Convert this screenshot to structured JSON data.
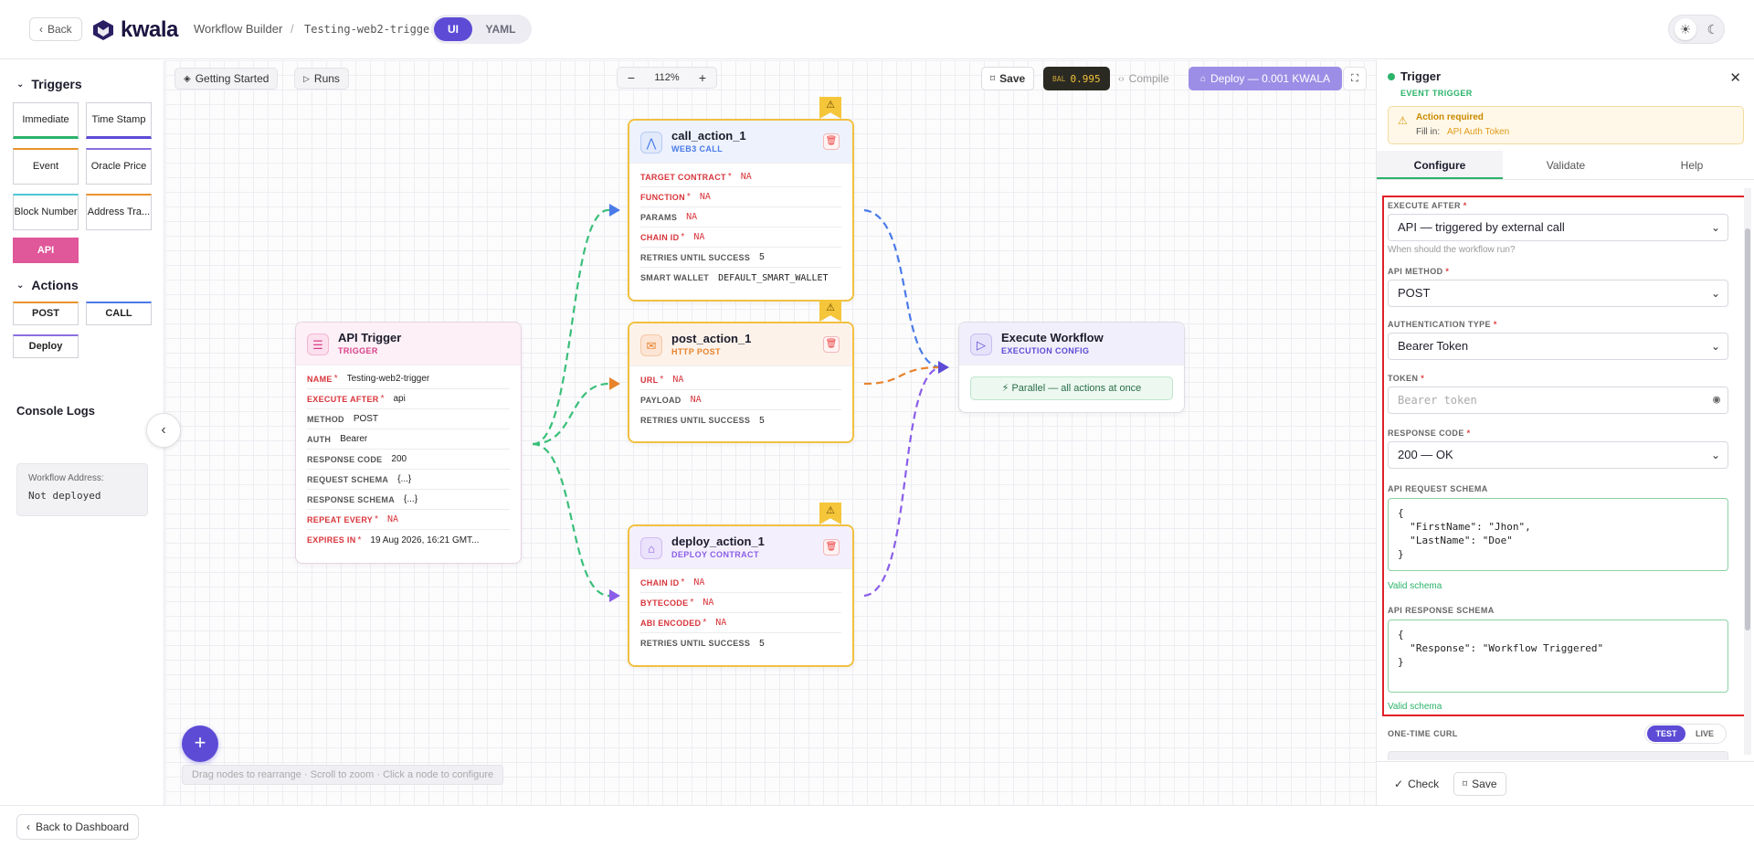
{
  "topbar": {
    "back_label": "Back",
    "logo": "kwala",
    "crumb_builder": "Workflow Builder",
    "crumb_sep": "/",
    "crumb_name": "Testing-web2-trigger",
    "mode_ui": "UI",
    "mode_yaml": "YAML"
  },
  "left": {
    "triggers_title": "Triggers",
    "triggers": [
      "Immediate",
      "Time Stamp",
      "Event",
      "Oracle Price",
      "Block Number",
      "Address Tra...",
      "API"
    ],
    "actions_title": "Actions",
    "actions": [
      "POST",
      "CALL",
      "Deploy"
    ],
    "console_title": "Console Logs",
    "workflow_address_label": "Workflow Address:",
    "workflow_address_value": "Not deployed"
  },
  "toolbar": {
    "getting_started": "Getting Started",
    "runs": "Runs",
    "zoom": "112%",
    "save": "Save",
    "bal_label": "BAL",
    "bal_value": "0.995",
    "compile": "Compile",
    "deploy": "Deploy — 0.001 KWALA"
  },
  "nodes": {
    "api_trigger": {
      "title": "API Trigger",
      "subtitle": "TRIGGER",
      "rows": [
        {
          "k": "NAME",
          "req": true,
          "v": "Testing-web2-trigger"
        },
        {
          "k": "EXECUTE AFTER",
          "req": true,
          "v": "api"
        },
        {
          "k": "METHOD",
          "req": false,
          "v": "POST"
        },
        {
          "k": "AUTH",
          "req": false,
          "v": "Bearer"
        },
        {
          "k": "RESPONSE CODE",
          "req": false,
          "v": "200"
        },
        {
          "k": "REQUEST SCHEMA",
          "req": false,
          "v": "{...}"
        },
        {
          "k": "RESPONSE SCHEMA",
          "req": false,
          "v": "{...}"
        },
        {
          "k": "REPEAT EVERY",
          "req": true,
          "v": "NA"
        },
        {
          "k": "EXPIRES IN",
          "req": true,
          "v": "19 Aug 2026, 16:21 GMT..."
        }
      ]
    },
    "call_action": {
      "title": "call_action_1",
      "subtitle": "WEB3 CALL",
      "rows": [
        {
          "k": "TARGET CONTRACT",
          "req": true,
          "v": "NA"
        },
        {
          "k": "FUNCTION",
          "req": true,
          "v": "NA"
        },
        {
          "k": "PARAMS",
          "req": false,
          "v": "NA"
        },
        {
          "k": "CHAIN ID",
          "req": true,
          "v": "NA"
        },
        {
          "k": "RETRIES UNTIL SUCCESS",
          "req": false,
          "v": "5"
        },
        {
          "k": "SMART WALLET",
          "req": false,
          "v": "DEFAULT_SMART_WALLET"
        }
      ]
    },
    "post_action": {
      "title": "post_action_1",
      "subtitle": "HTTP POST",
      "rows": [
        {
          "k": "URL",
          "req": true,
          "v": "NA"
        },
        {
          "k": "PAYLOAD",
          "req": false,
          "v": "NA"
        },
        {
          "k": "RETRIES UNTIL SUCCESS",
          "req": false,
          "v": "5"
        }
      ]
    },
    "deploy_action": {
      "title": "deploy_action_1",
      "subtitle": "DEPLOY CONTRACT",
      "rows": [
        {
          "k": "CHAIN ID",
          "req": true,
          "v": "NA"
        },
        {
          "k": "BYTECODE",
          "req": true,
          "v": "NA"
        },
        {
          "k": "ABI ENCODED",
          "req": true,
          "v": "NA"
        },
        {
          "k": "RETRIES UNTIL SUCCESS",
          "req": false,
          "v": "5"
        }
      ]
    },
    "execute": {
      "title": "Execute Workflow",
      "subtitle": "EXECUTION CONFIG",
      "mode": "⚡ Parallel — all actions at once"
    }
  },
  "canvas_hint": "Drag nodes to rearrange · Scroll to zoom · Click a node to configure",
  "panel": {
    "title": "Trigger",
    "subtitle": "EVENT TRIGGER",
    "alert_title": "Action required",
    "alert_prefix": "Fill in:",
    "alert_field": "API Auth Token",
    "tabs": [
      "Configure",
      "Validate",
      "Help"
    ],
    "execute_after_label": "EXECUTE AFTER",
    "execute_after_value": "API — triggered by external call",
    "execute_after_help": "When should the workflow run?",
    "api_method_label": "API METHOD",
    "api_method_value": "POST",
    "auth_type_label": "AUTHENTICATION TYPE",
    "auth_type_value": "Bearer Token",
    "token_label": "TOKEN",
    "token_placeholder": "Bearer token",
    "response_code_label": "RESPONSE CODE",
    "response_code_value": "200 — OK",
    "request_schema_label": "API REQUEST SCHEMA",
    "request_schema_value": "{\n  \"FirstName\": \"Jhon\",\n  \"LastName\": \"Doe\"\n}",
    "request_schema_status": "Valid schema",
    "response_schema_label": "API RESPONSE SCHEMA",
    "response_schema_value": "{\n  \"Response\": \"Workflow Triggered\"\n}",
    "response_schema_status": "Valid schema",
    "curl_label": "ONE-TIME CURL",
    "curl_test": "TEST",
    "curl_live": "LIVE",
    "check_label": "Check",
    "save_label": "Save"
  },
  "bottom": {
    "back_dashboard": "Back to Dashboard"
  },
  "colors": {
    "accent": "#5d4bd6",
    "success": "#2bb36a",
    "danger": "#d8343b",
    "warning": "#f5c53a",
    "highlight_box": "#e0202a"
  }
}
